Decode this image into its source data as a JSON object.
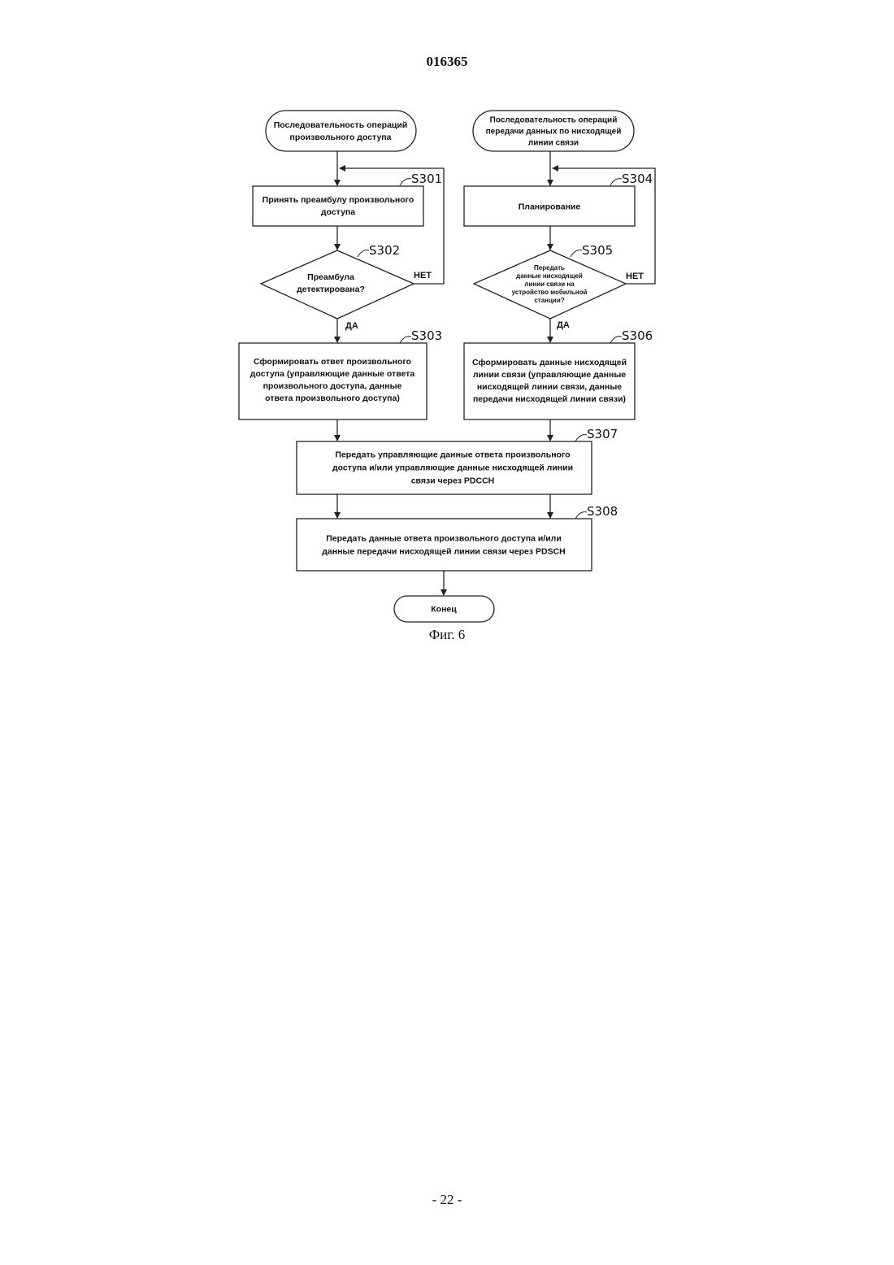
{
  "header": {
    "doc_number": "016365"
  },
  "flowchart": {
    "start_left": [
      "Последовательность операций",
      "произвольного доступа"
    ],
    "start_right": [
      "Последовательность операций",
      "передачи данных по нисходящей",
      "линии связи"
    ],
    "s301": {
      "label": "S301",
      "text": [
        "Принять преамбулу произвольного",
        "доступа"
      ]
    },
    "s302": {
      "label": "S302",
      "text": [
        "Преамбула",
        "детектирована?"
      ]
    },
    "s303": {
      "label": "S303",
      "text": [
        "Сформировать ответ произвольного",
        "доступа (управляющие данные ответа",
        "произвольного доступа, данные",
        "ответа произвольного доступа)"
      ]
    },
    "s304": {
      "label": "S304",
      "text": [
        "Планирование"
      ]
    },
    "s305": {
      "label": "S305",
      "text": [
        "Передать",
        "данные нисходящей",
        "линии связи на",
        "устройство мобильной",
        "станции?"
      ]
    },
    "s306": {
      "label": "S306",
      "text": [
        "Сформировать данные нисходящей",
        "линии связи (управляющие данные",
        "нисходящей линии связи, данные",
        "передачи нисходящей линии связи)"
      ]
    },
    "s307": {
      "label": "S307",
      "text": [
        "Передать управляющие данные ответа произвольного",
        "доступа и/или управляющие данные нисходящей линии",
        "связи через PDCCH"
      ]
    },
    "s308": {
      "label": "S308",
      "text": [
        "Передать данные ответа произвольного доступа и/или",
        "данные передачи нисходящей линии связи через PDSCH"
      ]
    },
    "end": [
      "Конец"
    ],
    "branch_no_left": "НЕТ",
    "branch_yes_left": "ДА",
    "branch_no_right": "НЕТ",
    "branch_yes_right": "ДА"
  },
  "caption": {
    "figure": "Фиг. 6"
  },
  "footer": {
    "page_number": "- 22 -"
  }
}
